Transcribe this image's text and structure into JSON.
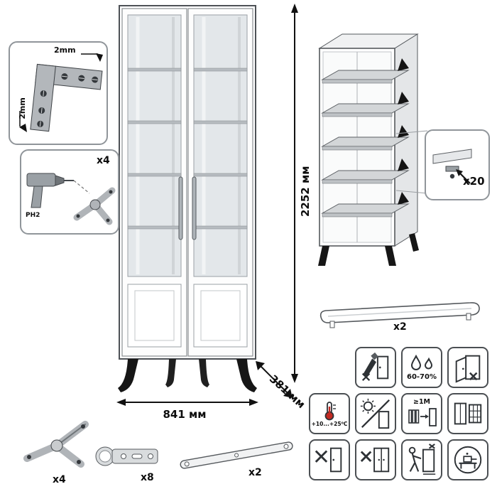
{
  "dims": {
    "height": "2252 мм",
    "width": "841 мм",
    "depth": "381 мм"
  },
  "corner": {
    "top": "2mm",
    "side": "2mm"
  },
  "drill": {
    "qty": "x4",
    "bit": "PH2"
  },
  "callout": {
    "qty": "x20"
  },
  "handle": {
    "qty": "x2"
  },
  "parts": {
    "leg": "x4",
    "hinge": "x8",
    "strap": "x2"
  },
  "care": {
    "humidity": "60-70%",
    "temperature": "+10...+25⁰C",
    "distance": "≥1M"
  }
}
